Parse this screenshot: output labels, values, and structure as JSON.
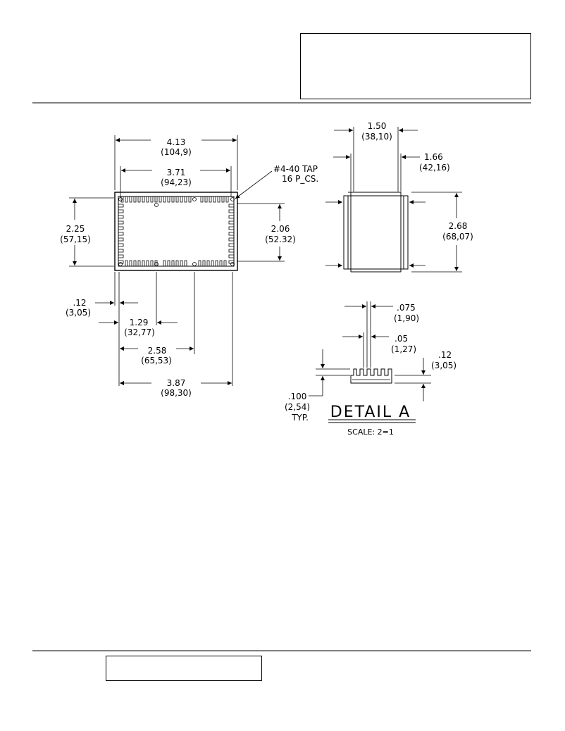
{
  "top_view": {
    "overall_width": {
      "in": "4.13",
      "mm": "(104,9)"
    },
    "hole_width": {
      "in": "3.71",
      "mm": "(94,23)"
    },
    "tap_note": {
      "line1": "#4-40 TAP",
      "line2": "16 P_CS."
    },
    "overall_height": {
      "in": "2.25",
      "mm": "(57,15)"
    },
    "hole_height": {
      "in": "2.06",
      "mm": "(52.32)"
    },
    "edge_offset": {
      "in": ".12",
      "mm": "(3,05)"
    },
    "hole_pos_1": {
      "in": "1.29",
      "mm": "(32,77)"
    },
    "hole_pos_2": {
      "in": "2.58",
      "mm": "(65,53)"
    },
    "hole_pos_3": {
      "in": "3.87",
      "mm": "(98,30)"
    }
  },
  "side_view": {
    "body_width": {
      "in": "1.50",
      "mm": "(38,10)"
    },
    "flange_width": {
      "in": "1.66",
      "mm": "(42,16)"
    },
    "height": {
      "in": "2.68",
      "mm": "(68,07)"
    }
  },
  "detail": {
    "fin_pitch": {
      "in": ".075",
      "mm": "(1,90)"
    },
    "fin_width": {
      "in": ".05",
      "mm": "(1,27)"
    },
    "fin_depth": {
      "in": ".12",
      "mm": "(3,05)"
    },
    "fin_height": {
      "in": ".100",
      "mm": "(2,54)",
      "note": "TYP."
    },
    "title": "DETAIL A",
    "scale": "SCALE: 2=1"
  }
}
